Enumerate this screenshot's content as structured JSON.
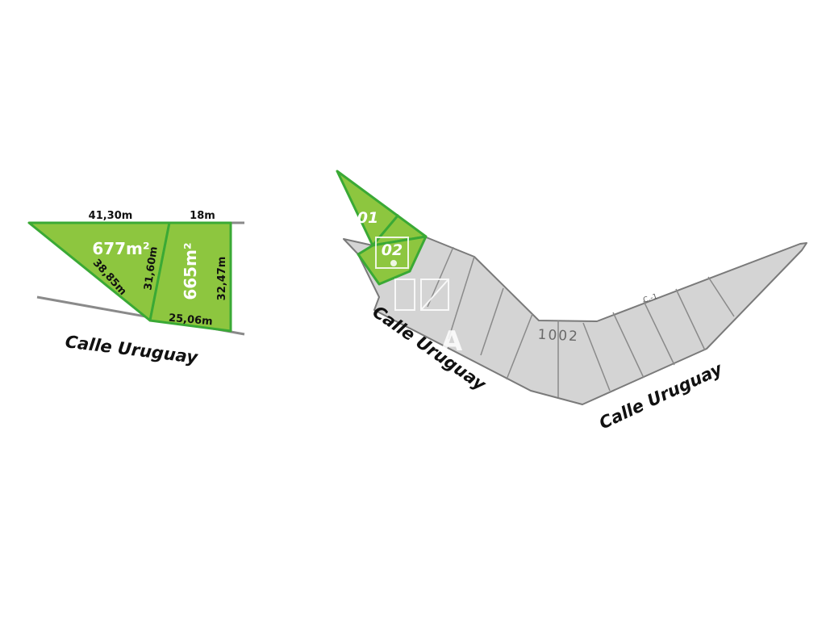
{
  "colors": {
    "lot_fill": "#8dc63f",
    "lot_stroke": "#3aa935",
    "block_fill": "#d4d4d4",
    "block_stroke": "#7a7a7a",
    "road_line": "#8a8a8a"
  },
  "detail": {
    "lot_left": {
      "area_text": "677m²",
      "top_width": "41,30m",
      "diagonal": "38,85m",
      "shared_side": "31,60m"
    },
    "lot_right": {
      "area_text": "665m²",
      "top_width": "18m",
      "bottom_width": "25,06m",
      "right_side": "32,47m"
    },
    "street": "Calle Uruguay"
  },
  "overview": {
    "lot_1_label": "01",
    "lot_2_label": "02",
    "block_number": "1002",
    "corner_tag": "C.-1",
    "street_left": "Calle Uruguay",
    "street_right": "Calle Uruguay",
    "watermark_text": "A"
  }
}
